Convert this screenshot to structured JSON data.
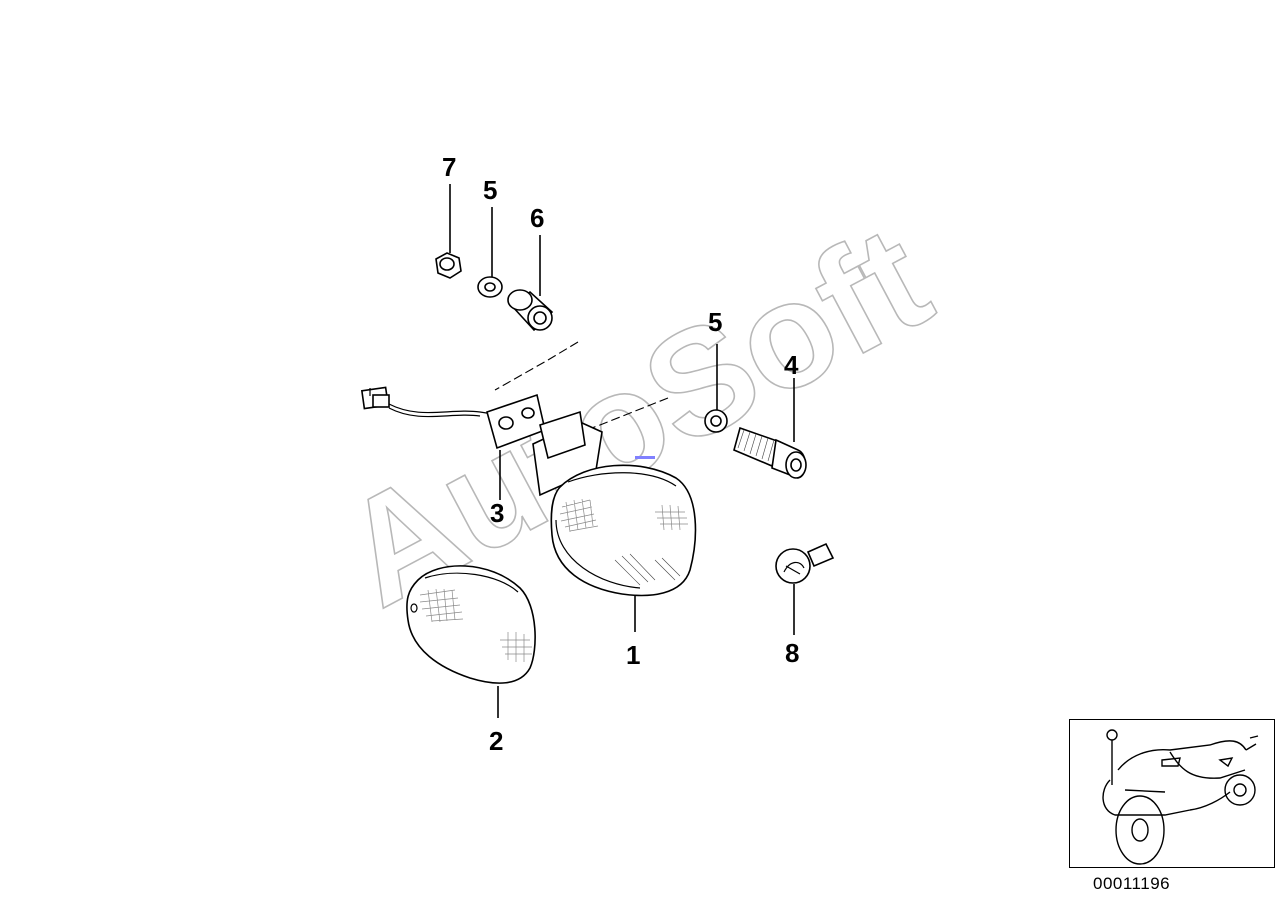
{
  "watermark": "AutoSoft",
  "callouts": {
    "c1": "1",
    "c2": "2",
    "c3": "3",
    "c4": "4",
    "c5a": "5",
    "c5b": "5",
    "c6": "6",
    "c7": "7",
    "c8": "8"
  },
  "reference_code": "00011196",
  "colors": {
    "line": "#000000",
    "background": "#ffffff",
    "watermark_stroke": "#b8b8b8",
    "marker": "#8080ff"
  }
}
